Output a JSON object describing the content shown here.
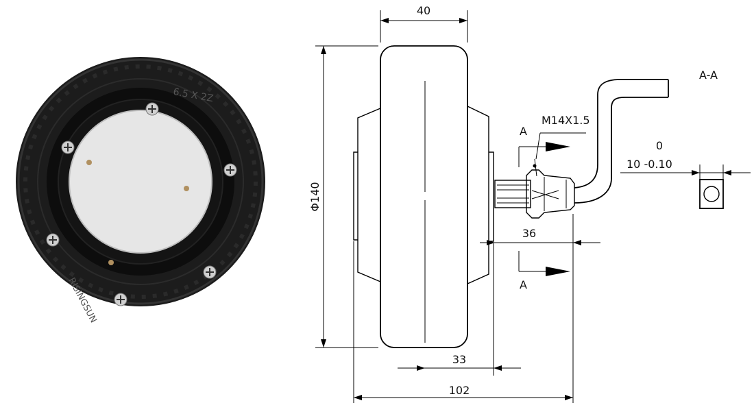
{
  "photo": {
    "tire_size_text": "6.5 X 2Z",
    "brand_text": "RISINGSUN",
    "colors": {
      "tire": "#1c1c1c",
      "hub": "#0d0d0d",
      "cap": "#e6e6e6",
      "screw": "#cfcfcf"
    }
  },
  "drawing": {
    "dim_width_top": "40",
    "dim_diameter": "Φ140",
    "dim_offset": "33",
    "dim_total": "102",
    "dim_axle": "36",
    "thread_label": "M14X1.5",
    "section_marker_top": "A",
    "section_marker_bottom": "A",
    "section_title": "A-A",
    "tolerance_upper": "0",
    "tolerance_lower": "10 -0.10"
  }
}
